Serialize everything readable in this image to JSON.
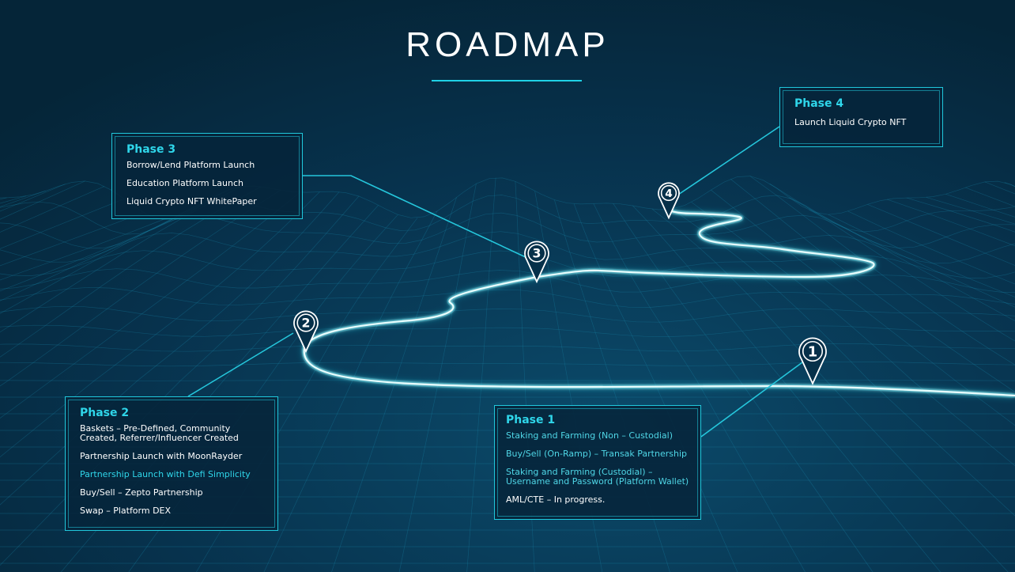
{
  "title": "ROADMAP",
  "colors": {
    "background": "#062a42",
    "accent": "#1fd2e6",
    "text": "#ffffff"
  },
  "markers": [
    {
      "label": "1"
    },
    {
      "label": "2"
    },
    {
      "label": "3"
    },
    {
      "label": "4"
    }
  ],
  "phases": [
    {
      "title": "Phase 1",
      "items": [
        "Staking and Farming (Non – Custodial)",
        "Buy/Sell (On-Ramp) – Transak Partnership",
        "Staking and Farming (Custodial) – Username and Password (Platform Wallet)",
        "AML/CTE – In progress."
      ]
    },
    {
      "title": "Phase 2",
      "items": [
        "Baskets – Pre-Defined, Community Created, Referrer/Influencer Created",
        "Partnership Launch with MoonRayder",
        "Partnership Launch with Defi Simplicity",
        "Buy/Sell – Zepto Partnership",
        "Swap – Platform DEX"
      ]
    },
    {
      "title": "Phase 3",
      "items": [
        "Borrow/Lend Platform Launch",
        "Education Platform Launch",
        "Liquid Crypto NFT WhitePaper"
      ]
    },
    {
      "title": "Phase 4",
      "items": [
        "Launch Liquid Crypto NFT"
      ]
    }
  ]
}
